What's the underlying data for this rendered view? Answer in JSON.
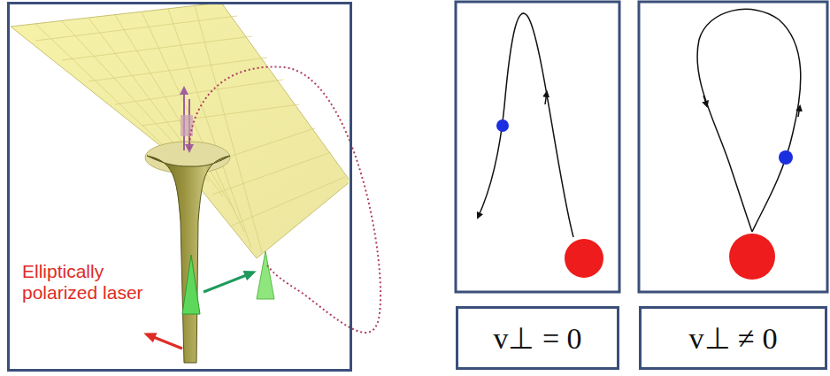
{
  "diagram": {
    "nodes": [
      {
        "text": [
          "Elliptically polarized laser"
        ]
      },
      {
        "text": [
          "v⊥ = 0"
        ]
      },
      {
        "text": [
          "v⊥ ≠ 0"
        ]
      }
    ]
  }
}
